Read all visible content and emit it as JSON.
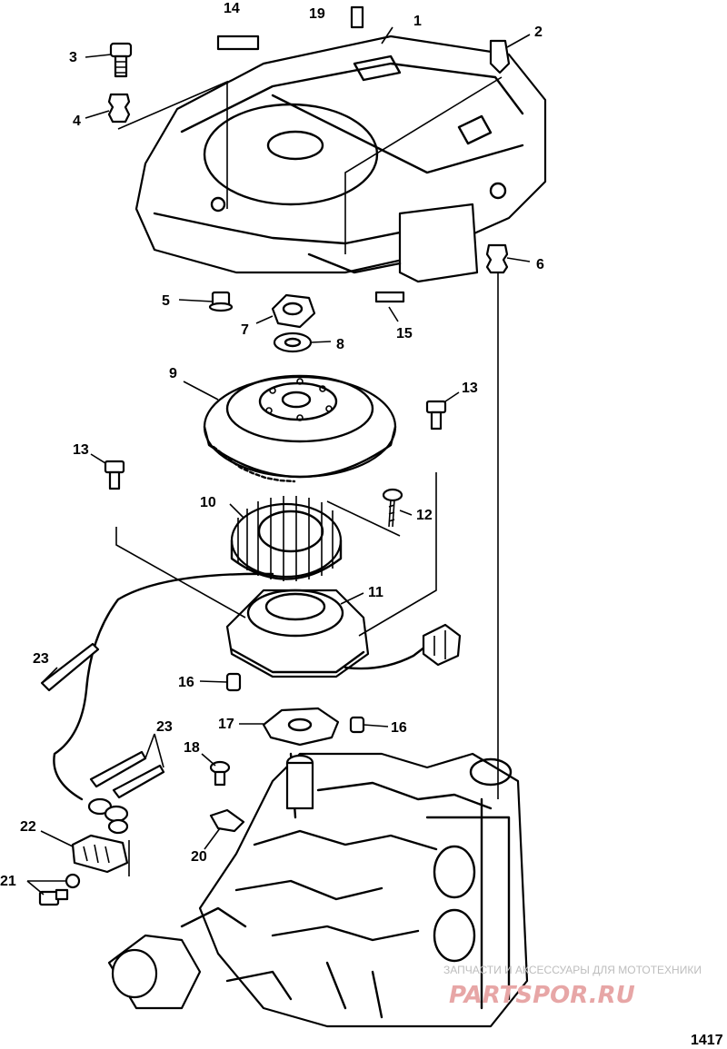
{
  "diagram": {
    "figure_number": "1417",
    "callouts": [
      "1",
      "2",
      "3",
      "4",
      "5",
      "6",
      "7",
      "8",
      "9",
      "10",
      "11",
      "12",
      "13",
      "13",
      "14",
      "15",
      "16",
      "16",
      "17",
      "18",
      "19",
      "20",
      "21",
      "22",
      "23",
      "23"
    ]
  },
  "watermark": {
    "line1": "ЗАПЧАСТИ И АКСЕССУАРЫ ДЛЯ МОТОТЕХНИКИ",
    "line2": "PARTSPOR.RU"
  }
}
